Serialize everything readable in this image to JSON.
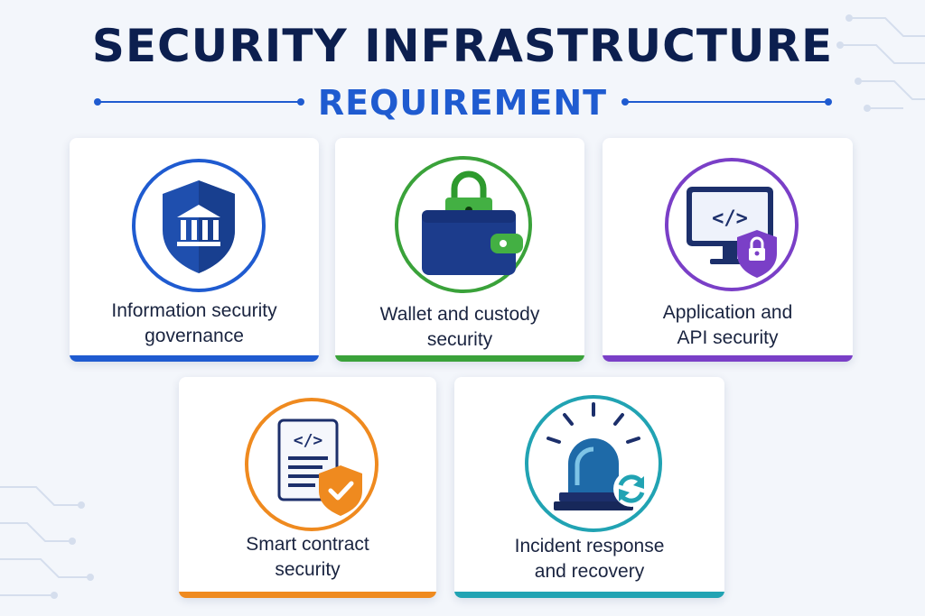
{
  "header": {
    "title": "SECURITY INFRASTRUCTURE",
    "subtitle": "REQUIREMENT"
  },
  "colors": {
    "navy": "#0c1f4f",
    "blue": "#1f5bd0",
    "green": "#3aa23a",
    "purple": "#7a3fc7",
    "orange": "#ef8a1f",
    "teal": "#21a3b3"
  },
  "cards": [
    {
      "icon": "shield-bank-icon",
      "label_line1": "Information security",
      "label_line2": "governance",
      "accent": "#1f5bd0"
    },
    {
      "icon": "wallet-lock-icon",
      "label_line1": "Wallet and custody",
      "label_line2": "security",
      "accent": "#3aa23a"
    },
    {
      "icon": "monitor-code-lock-icon",
      "label_line1": "Application and",
      "label_line2": "API security",
      "accent": "#7a3fc7"
    },
    {
      "icon": "contract-shield-icon",
      "label_line1": "Smart contract",
      "label_line2": "security",
      "accent": "#ef8a1f"
    },
    {
      "icon": "alarm-recovery-icon",
      "label_line1": "Incident response",
      "label_line2": "and recovery",
      "accent": "#21a3b3"
    }
  ]
}
